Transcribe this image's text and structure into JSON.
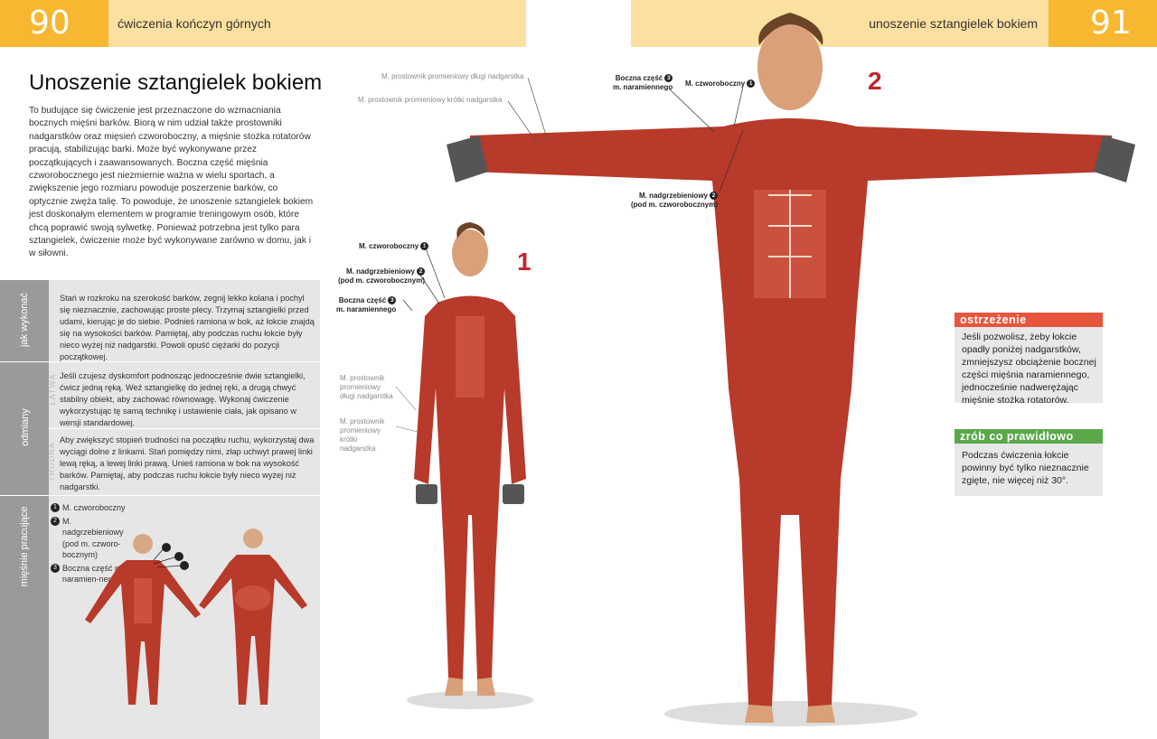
{
  "header": {
    "left_page_number": "90",
    "left_section": "ćwiczenia kończyn górnych",
    "right_section": "unoszenie sztangielek bokiem",
    "right_page_number": "91"
  },
  "title": "Unoszenie sztangielek bokiem",
  "intro": "To budujące się ćwiczenie jest przeznaczone do wzmacniania bocznych mięśni barków. Biorą w nim udział także prostowniki nadgarstków oraz mięsień czworoboczny, a mięśnie stożka rotatorów pracują, stabilizując barki. Może być wykonywane przez początkujących i zaawansowanych. Boczna część mięśnia czworobocznego jest niezmiernie ważna w wielu sportach, a zwiększenie jego rozmiaru powoduje poszerzenie barków, co optycznie zwęża talię. To powoduje, że unoszenie sztangielek bokiem jest doskonałym elementem w programie treningowym osób, które chcą poprawić swoją sylwetkę. Ponieważ potrzebna jest tylko para sztangielek, ćwiczenie może być wykonywane zarówno w domu, jak i w siłowni.",
  "how_to": {
    "label": "jak wykonać",
    "text": "Stań w rozkroku na szerokość barków, zegnij lekko kolana i pochyl się nieznacznie, zachowując proste plecy. Trzymaj sztangielki przed udami, kierując je do siebie. Podnieś ramiona w bok, aż łokcie znajdą się na wysokości barków. Pamiętaj, aby podczas ruchu łokcie były nieco wyżej niż nadgarstki. Powoli opuść ciężarki do pozycji początkowej."
  },
  "variations": {
    "label": "odmiany",
    "easy_label": "ŁATWA",
    "easy_text": "Jeśli czujesz dyskomfort podnosząc jednocześnie dwie sztangielki, ćwicz jedną ręką. Weź sztangielkę do jednej ręki, a drugą chwyć stabilny obiekt, aby zachować równowagę. Wykonaj ćwiczenie wykorzystując tę samą technikę i ustawienie ciała, jak opisano w wersji standardowej.",
    "hard_label": "TRUDNA",
    "hard_text": "Aby zwiększyć stopień trudności na początku ruchu, wykorzystaj dwa wyciągi dolne z linkami. Stań pomiędzy nimi, złap uchwyt prawej linki lewą ręką, a lewej linki prawą. Unieś ramiona w bok na wysokość barków. Pamiętaj, aby podczas ruchu łokcie były nieco wyżej niż nadgarstki."
  },
  "muscles": {
    "label": "mięśnie pracujące",
    "items": [
      {
        "num": "1",
        "text": "M. czworoboczny"
      },
      {
        "num": "2",
        "text": "M. nadgrzebieniowy (pod m. czworo-bocznym)"
      },
      {
        "num": "3",
        "text": "Boczna część m. naramien-nego"
      }
    ]
  },
  "figure1": {
    "number": "1",
    "ann_trapezius": "M. czworoboczny",
    "ann_supraspinatus_1": "M. nadgrzebieniowy",
    "ann_supraspinatus_2": "(pod m. czworobocznym)",
    "ann_deltoid_1": "Boczna część",
    "ann_deltoid_2": "m. naramiennego",
    "ann_ecrl": "M. prostownik promieniowy długi nadgarstka",
    "ann_ecrb": "M. prostownik promieniowy krótki nadgarstka"
  },
  "figure2": {
    "number": "2",
    "ann_ecrl": "M. prostownik promieniowy długi nadgarstka",
    "ann_ecrb": "M. prostownik promieniowy krótki nadgarstka",
    "ann_deltoid_1": "Boczna część",
    "ann_deltoid_2": "m. naramiennego",
    "ann_trapezius": "M. czworoboczny",
    "ann_supraspinatus_1": "M. nadgrzebieniowy",
    "ann_supraspinatus_2": "(pod m. czworobocznym)"
  },
  "warning": {
    "title": "ostrzeżenie",
    "text": "Jeśli pozwolisz, żeby łokcie opadły poniżej nadgarstków, zmniejszysz obciążenie bocznej części mięśnia naramiennego, jednocześnie nadwerężając mięśnie stożka rotatorów."
  },
  "do_right": {
    "title": "zrób co prawidłowo",
    "text": "Podczas ćwiczenia łokcie powinny być tylko nieznacznie zgięte, nie więcej niż 30°."
  },
  "colors": {
    "header_light": "#fbe0a0",
    "header_accent": "#f7b731",
    "warning": "#e8553e",
    "do_right": "#5aa84a",
    "muscle": "#b83a2a",
    "figure_number": "#c0272d"
  }
}
